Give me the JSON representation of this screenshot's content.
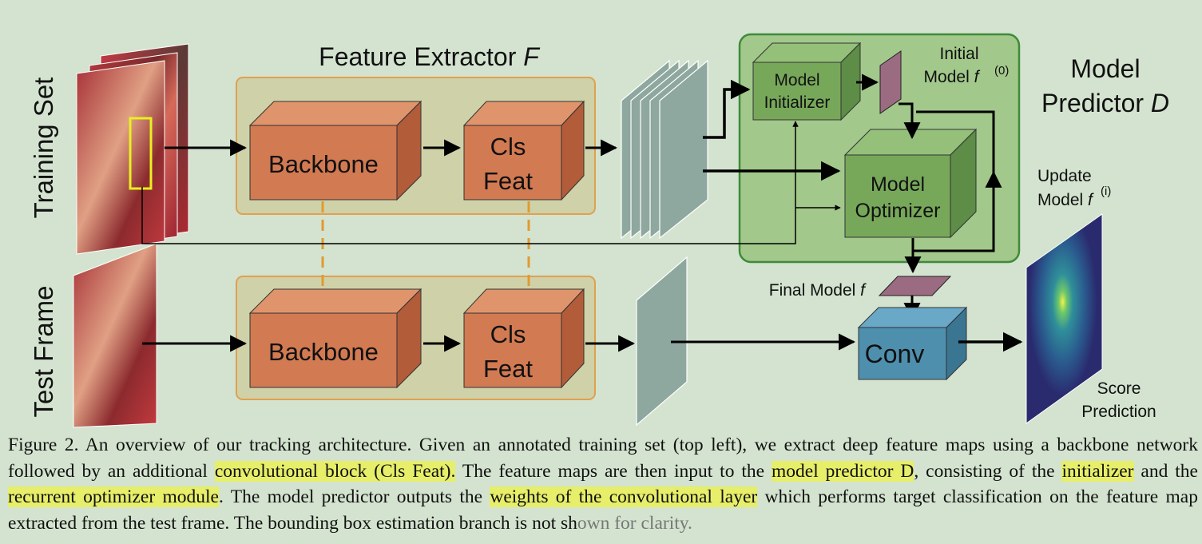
{
  "diagram": {
    "side_labels": {
      "training": "Training Set",
      "test": "Test Frame"
    },
    "feature_extractor": {
      "title": "Feature Extractor",
      "symbol": "F"
    },
    "blocks": {
      "backbone": "Backbone",
      "cls_feat_line1": "Cls",
      "cls_feat_line2": "Feat",
      "model_initializer_line1": "Model",
      "model_initializer_line2": "Initializer",
      "model_optimizer_line1": "Model",
      "model_optimizer_line2": "Optimizer",
      "conv": "Conv"
    },
    "model_predictor": {
      "line1": "Model",
      "line2": "Predictor",
      "symbol": "D"
    },
    "initial_model": {
      "line1": "Initial",
      "line2": "Model",
      "symbol": "f",
      "superscript": "(0)"
    },
    "update_model": {
      "line1": "Update",
      "line2": "Model",
      "symbol": "f",
      "superscript": "(i)"
    },
    "final_model": {
      "text": "Final Model",
      "symbol": "f"
    },
    "score": {
      "line1": "Score",
      "line2": "Prediction"
    },
    "colors": {
      "background": "#d3e3cf",
      "block": "#d27a52",
      "extractor_box": "#cfd1a8",
      "predictor_box": "#a2c88b",
      "green_block": "#77a85a",
      "conv_block": "#4f8fae",
      "feature_map": "#8ea79f",
      "model_weights": "#9b6b82",
      "title_orange": "#b3492a",
      "title_green": "#5d9c46"
    }
  },
  "caption": {
    "p1": "Figure 2. An overview of our tracking architecture. Given an annotated training set (top left), we extract deep feature maps using a backbone network followed by an additional ",
    "h1": "convolutional block (Cls Feat).",
    "p2": " The feature maps are then input to the ",
    "h2": "model predictor D",
    "p3": ", consisting of the ",
    "h3": "initializer",
    "p4": " and the ",
    "h4": "recurrent optimizer module",
    "p5": ". The model predictor outputs the ",
    "h5": "weights of the convolutional layer",
    "p6": " which performs target classification on the feature map extracted from the test frame. The bounding box estimation branch is not sh",
    "tail": "own for clarity."
  }
}
